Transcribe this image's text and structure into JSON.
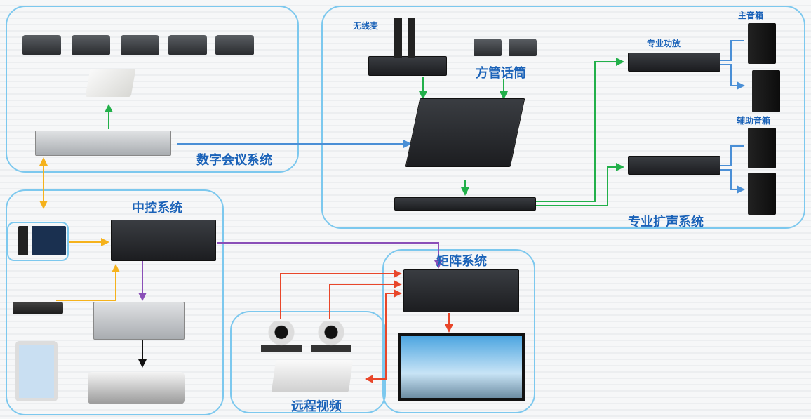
{
  "zones": {
    "conference": "数字会议系统",
    "audio": "专业扩声系统",
    "control": "中控系统",
    "matrix": "矩阵系统",
    "video": "远程视频"
  },
  "labels": {
    "wireless_mic": "无线麦",
    "gooseneck_mic": "方管话筒",
    "amplifier": "专业功放",
    "main_speaker": "主音箱",
    "aux_speaker": "辅助音箱"
  },
  "colors": {
    "zone_border": "#7cc8ee",
    "label": "#1a62b8",
    "green": "#22b04a",
    "blue": "#4a8fd6",
    "orange": "#f5b21c",
    "purple": "#8a4fb8",
    "red": "#e8462a"
  }
}
